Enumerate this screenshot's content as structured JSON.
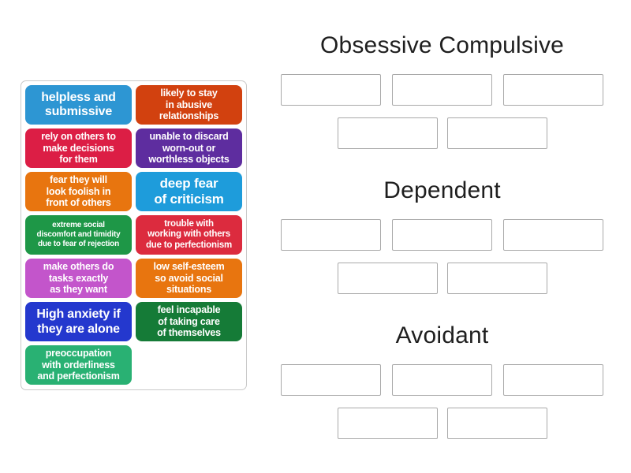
{
  "tray": {
    "tiles": [
      {
        "text": "helpless and\nsubmissive",
        "color": "#2D96D3"
      },
      {
        "text": "likely to stay\nin abusive\nrelationships",
        "color": "#D2410F"
      },
      {
        "text": "rely on others to\nmake decisions\nfor them",
        "color": "#DC1E45"
      },
      {
        "text": "unable to discard\nworn-out or\nworthless objects",
        "color": "#5E2D9F"
      },
      {
        "text": "fear they will\nlook foolish in\nfront of others",
        "color": "#E8750F"
      },
      {
        "text": "deep fear\nof criticism",
        "color": "#1E9CDB"
      },
      {
        "text": "extreme social\ndiscomfort and timidity\ndue to fear of rejection",
        "color": "#1E9747"
      },
      {
        "text": "trouble with\nworking with others\ndue to perfectionism",
        "color": "#DC2B3E"
      },
      {
        "text": "make others do\ntasks exactly\nas they want",
        "color": "#C355CB"
      },
      {
        "text": "low self-esteem\nso avoid social\nsituations",
        "color": "#E8750F"
      },
      {
        "text": "High anxiety if\nthey are alone",
        "color": "#2438CE"
      },
      {
        "text": "feel incapable\nof taking care\nof themselves",
        "color": "#157B37"
      },
      {
        "text": "preoccupation\nwith orderliness\nand perfectionism",
        "color": "#29B173"
      }
    ]
  },
  "groups": [
    {
      "title": "Obsessive Compulsive"
    },
    {
      "title": "Dependent"
    },
    {
      "title": "Avoidant"
    }
  ],
  "colors": {
    "background": "#FFFFFF",
    "tile_text": "#FFFFFF",
    "header_text": "#1F1F1F",
    "slot_border": "#A9A9A9",
    "tray_border": "#C9C9C9"
  }
}
